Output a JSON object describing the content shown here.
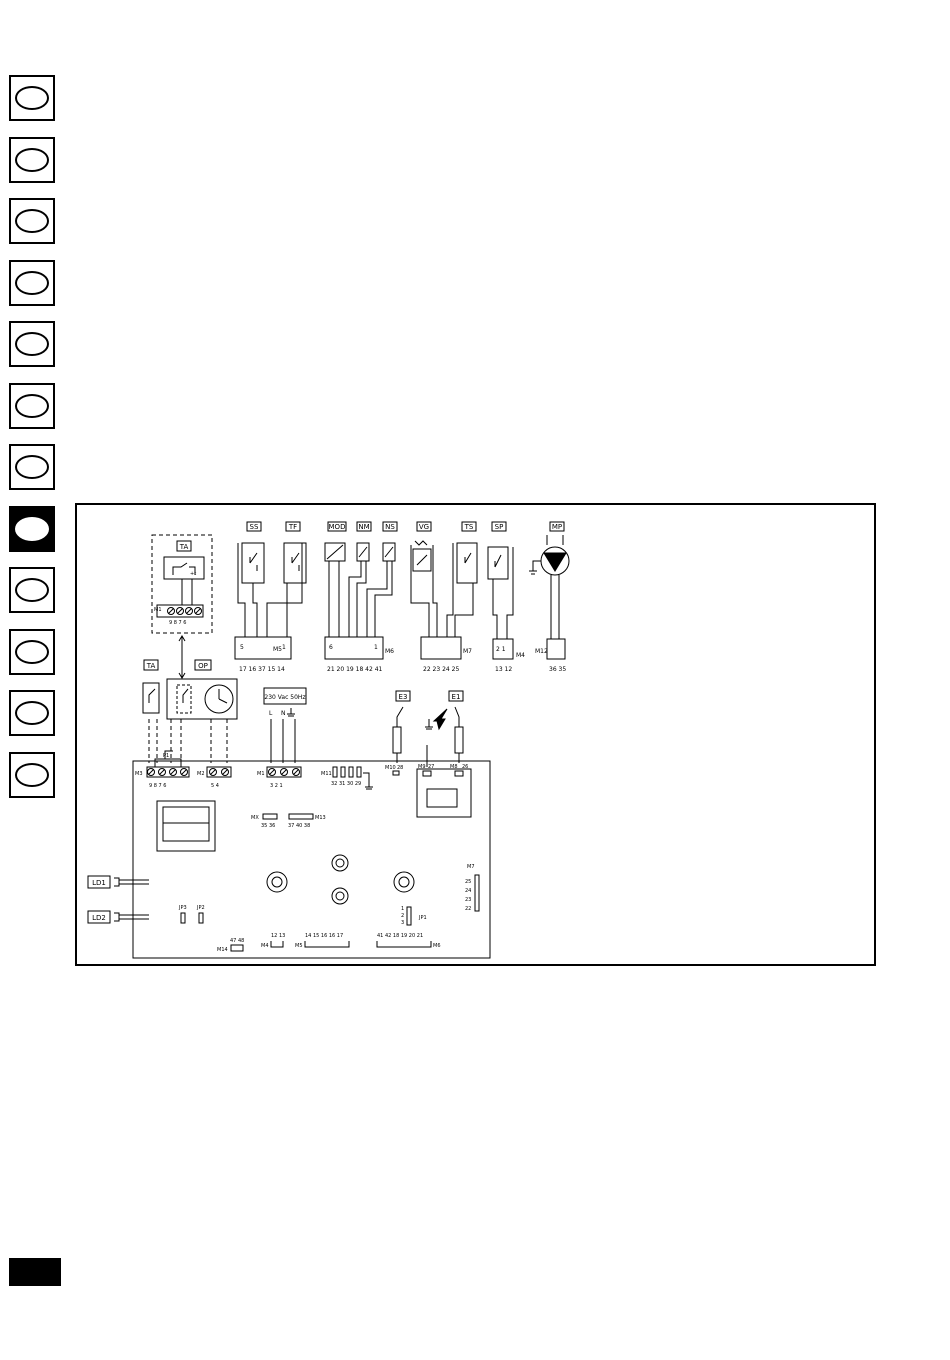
{
  "language_tabs": [
    {
      "id": 1,
      "active": false
    },
    {
      "id": 2,
      "active": false
    },
    {
      "id": 3,
      "active": false
    },
    {
      "id": 4,
      "active": false
    },
    {
      "id": 5,
      "active": false
    },
    {
      "id": 6,
      "active": false
    },
    {
      "id": 7,
      "active": false
    },
    {
      "id": 8,
      "active": true
    },
    {
      "id": 9,
      "active": false
    },
    {
      "id": 10,
      "active": false
    },
    {
      "id": 11,
      "active": false
    },
    {
      "id": 12,
      "active": false
    }
  ],
  "diagram": {
    "components": {
      "ss": "SS",
      "tf": "TF",
      "mod": "MOD",
      "nm": "NM",
      "ns": "NS",
      "vg": "VG",
      "ts": "TS",
      "sp": "SP",
      "mp": "MP",
      "ta_remote": "TA",
      "ta": "TA",
      "op": "OP",
      "e3": "E3",
      "e1": "E1",
      "ld1": "LD1",
      "ld2": "LD2",
      "jp3": "JP3",
      "jp2": "JP2",
      "jp1": "JP1"
    },
    "supply_label": "230 Vac 50Hz",
    "supply_terms": {
      "l": "L",
      "n": "N"
    },
    "connectors": {
      "m1_remote": "M1",
      "m5": "M5",
      "m6": "M6",
      "m7": "M7",
      "m4": "M4",
      "m12": "M12",
      "m3": "M3",
      "m2": "M2",
      "m1": "M1",
      "m11": "M11",
      "m10": "M10",
      "m9": "M9",
      "m8": "M8",
      "mx": "MX",
      "m13": "M13",
      "m14": "M14",
      "m4b": "M4",
      "m5b": "M5",
      "m6b": "M6",
      "m7b": "M7",
      "p1": "P1"
    },
    "terminals": {
      "ta_remote": "9  8  7  6",
      "m5": "17  16  37  15  14",
      "m6": "21  20  19  18  42  41",
      "m7": "22  23  24  25",
      "m4": "13  12",
      "m12": "36  35",
      "m3": "9  8  7  6",
      "m2": "5  4",
      "m1": "3  2  1",
      "m11": "32  31  30  29",
      "m10": "28",
      "m9": "27",
      "m8": "26",
      "mx": "35  36",
      "m13": "37  40  38",
      "m14": "47  48",
      "m4b": "12  13",
      "m5b": "14  15  16  16  17",
      "m6b": "41  42  18  19  20  21",
      "m7b": [
        "25",
        "24",
        "23",
        "22"
      ],
      "jp1": [
        "1",
        "2",
        "3"
      ],
      "m5_pin_a": "5",
      "m5_pin_b": "1",
      "m6_pin_a": "6",
      "m6_pin_b": "1",
      "m4_pins": "2  1"
    }
  }
}
